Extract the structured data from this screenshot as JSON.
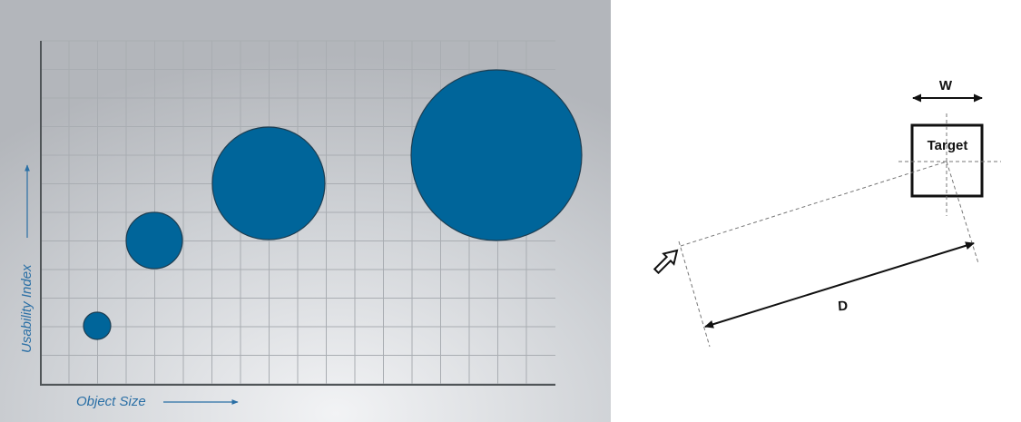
{
  "left_panel": {
    "x_axis_label": "Object Size",
    "y_axis_label": "Usability Index",
    "circle_color": "#00659a",
    "grid_color": "#a9adb2"
  },
  "right_panel": {
    "target_label": "Target",
    "width_label": "W",
    "distance_label": "D"
  }
}
